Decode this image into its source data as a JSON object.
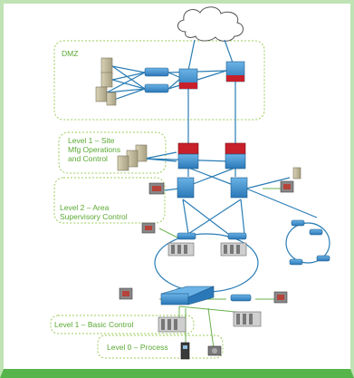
{
  "zones": {
    "dmz": "DMZ",
    "level1_site": "Level 1 – Site\nMfg Operations\nand Control",
    "level2_area": "Level 2 – Area\nSupervisory Control",
    "level1_basic": "Level 1 – Basic Control",
    "level0_process": "Level 0 – Process"
  },
  "colors": {
    "frame": "#bfe3b4",
    "frame_bottom": "#56b54a",
    "zone_border": "#9ccc5a",
    "zone_text": "#5aa832",
    "link": "#2a7db5",
    "link_green": "#6ab04c",
    "router_red": "#c8202b",
    "switch_blue": "#3a8fd0",
    "server_tan": "#c9c0a0"
  },
  "icons": {
    "cloud": "cloud-icon",
    "server": "server-icon",
    "switch": "switch-icon",
    "firewall": "firewall-icon",
    "router": "router-icon",
    "workstation": "workstation-icon",
    "plc": "plc-rack-icon",
    "drive": "drive-icon",
    "motor": "motor-icon"
  }
}
